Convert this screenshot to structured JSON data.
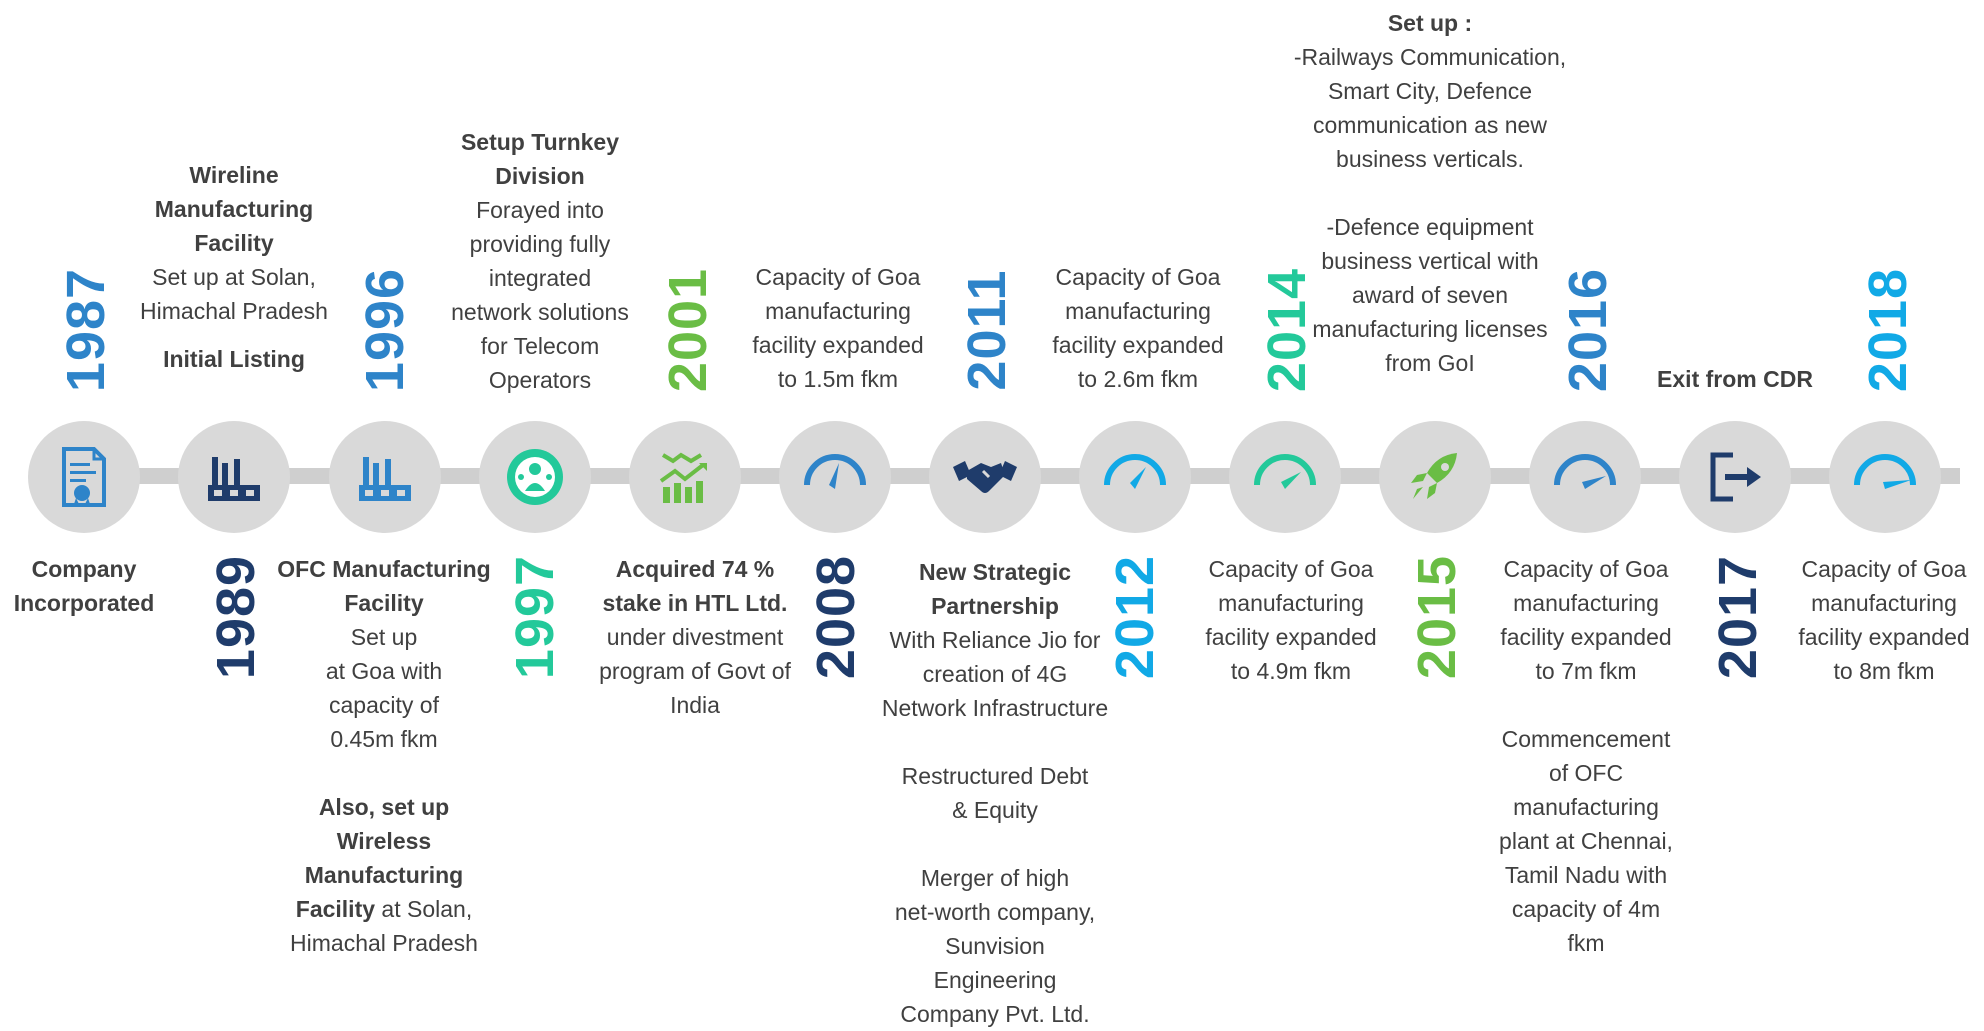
{
  "colors": {
    "blue_mid": "#2e84c9",
    "blue_dark": "#1f3c6b",
    "blue_light": "#11a9e6",
    "green": "#6abd45",
    "teal": "#23c99a",
    "track": "#cfcfcf",
    "circle": "#d9d9d9",
    "text": "#404040"
  },
  "years": {
    "y1987": "1987",
    "y1989": "1989",
    "y1996": "1996",
    "y1997": "1997",
    "y2001": "2001",
    "y2008": "2008",
    "y2011": "2011",
    "y2012": "2012",
    "y2014": "2014",
    "y2015": "2015",
    "y2016": "2016",
    "y2017": "2017",
    "y2018": "2018"
  },
  "icons": {
    "n1": "certificate-icon",
    "n2": "factory-icon",
    "n3": "factory-icon",
    "n4": "network-people-icon",
    "n5": "growth-chart-icon",
    "n6": "speedometer-icon",
    "n7": "handshake-icon",
    "n8": "speedometer-icon",
    "n9": "speedometer-icon",
    "n10": "rocket-icon",
    "n11": "speedometer-icon",
    "n12": "exit-icon",
    "n13": "speedometer-icon"
  },
  "events": {
    "e1987": {
      "l1": "Company",
      "l2": "Incorporated"
    },
    "e1989": {
      "h1": "Wireline",
      "h2": "Manufacturing",
      "h3": "Facility",
      "b1": "Set up at Solan,",
      "b2": "Himachal Pradesh",
      "h4": "Initial Listing"
    },
    "e1989b": {
      "h1": "OFC Manufacturing",
      "h2": "Facility",
      "b1": "Set up",
      "b2": "at Goa with",
      "b3": "capacity of",
      "b4": "0.45m fkm",
      "h3": "Also, set up",
      "h4": "Wireless",
      "h5": "Manufacturing",
      "h6": "Facility",
      "b5": " at Solan,",
      "b6": "Himachal Pradesh"
    },
    "e1996": {
      "h1": "Setup Turnkey",
      "h2": "Division",
      "b1": "Forayed into",
      "b2": "providing fully",
      "b3": "integrated",
      "b4": "network solutions",
      "b5": "for Telecom",
      "b6": "Operators"
    },
    "e1997": {
      "h1": "Acquired 74 %",
      "h2": "stake in  HTL Ltd.",
      "b1": "under divestment",
      "b2": "program of Govt of",
      "b3": "India"
    },
    "e2001": {
      "b1": "Capacity  of Goa",
      "b2": "manufacturing",
      "b3": "facility expanded",
      "b4": "to 1.5m fkm"
    },
    "e2008": {
      "h1": "New Strategic",
      "h2": "Partnership",
      "b1": "With Reliance Jio for",
      "b2": "creation of 4G",
      "b3": "Network Infrastructure",
      "b4": "Restructured Debt",
      "b5": "& Equity",
      "b6": "Merger of high",
      "b7": "net-worth company,",
      "b8": "Sunvision",
      "b9": "Engineering",
      "b10": "Company Pvt. Ltd."
    },
    "e2011": {
      "b1": "Capacity of Goa",
      "b2": "manufacturing",
      "b3": "facility expanded",
      "b4": "to 2.6m fkm"
    },
    "e2012": {
      "b1": "Capacity of Goa",
      "b2": "manufacturing",
      "b3": "facility expanded",
      "b4": "to 4.9m fkm"
    },
    "e2014": {
      "h1": "Set up :",
      "b1": "-Railways Communication,",
      "b2": "Smart City, Defence",
      "b3": "communication as new",
      "b4": "business verticals.",
      "b5": "-Defence equipment",
      "b6": "business vertical with",
      "b7": "award of seven",
      "b8": "manufacturing  licenses",
      "b9": "from GoI"
    },
    "e2015": {
      "b1": "Capacity of Goa",
      "b2": "manufacturing",
      "b3": "facility expanded",
      "b4": "to 7m fkm",
      "b5": "Commencement",
      "b6": "of OFC",
      "b7": "manufacturing",
      "b8": "plant at Chennai,",
      "b9": "Tamil Nadu with",
      "b10": "capacity of 4m",
      "b11": "fkm"
    },
    "e2016": {
      "h1": "Exit from CDR"
    },
    "e2017": {
      "b1": "Capacity of Goa",
      "b2": "manufacturing",
      "b3": "facility expanded",
      "b4": "to 8m fkm"
    }
  }
}
